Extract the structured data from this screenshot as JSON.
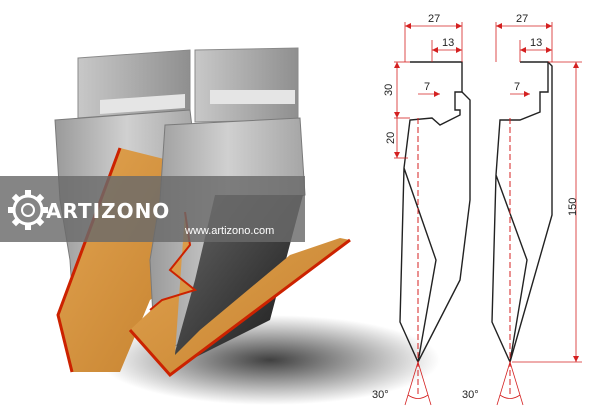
{
  "watermark": {
    "brand": "ARTIZONO",
    "url": "www.artizono.com"
  },
  "drawing_left": {
    "dim_top_width": "27",
    "dim_tang_width": "13",
    "dim_height_upper": "30",
    "dim_height_lower": "20",
    "dim_offset": "7",
    "angle": "30°"
  },
  "drawing_right": {
    "dim_top_width": "27",
    "dim_tang_width": "13",
    "dim_offset": "7",
    "dim_total_height": "150",
    "angle": "30°"
  },
  "colors": {
    "tool": "#b9b9b9",
    "sheet": "#d4913a",
    "sheet_edge": "#cc2200",
    "dim_red": "#d42020",
    "outline": "#222222",
    "watermark_band": "#6a6a6a"
  }
}
